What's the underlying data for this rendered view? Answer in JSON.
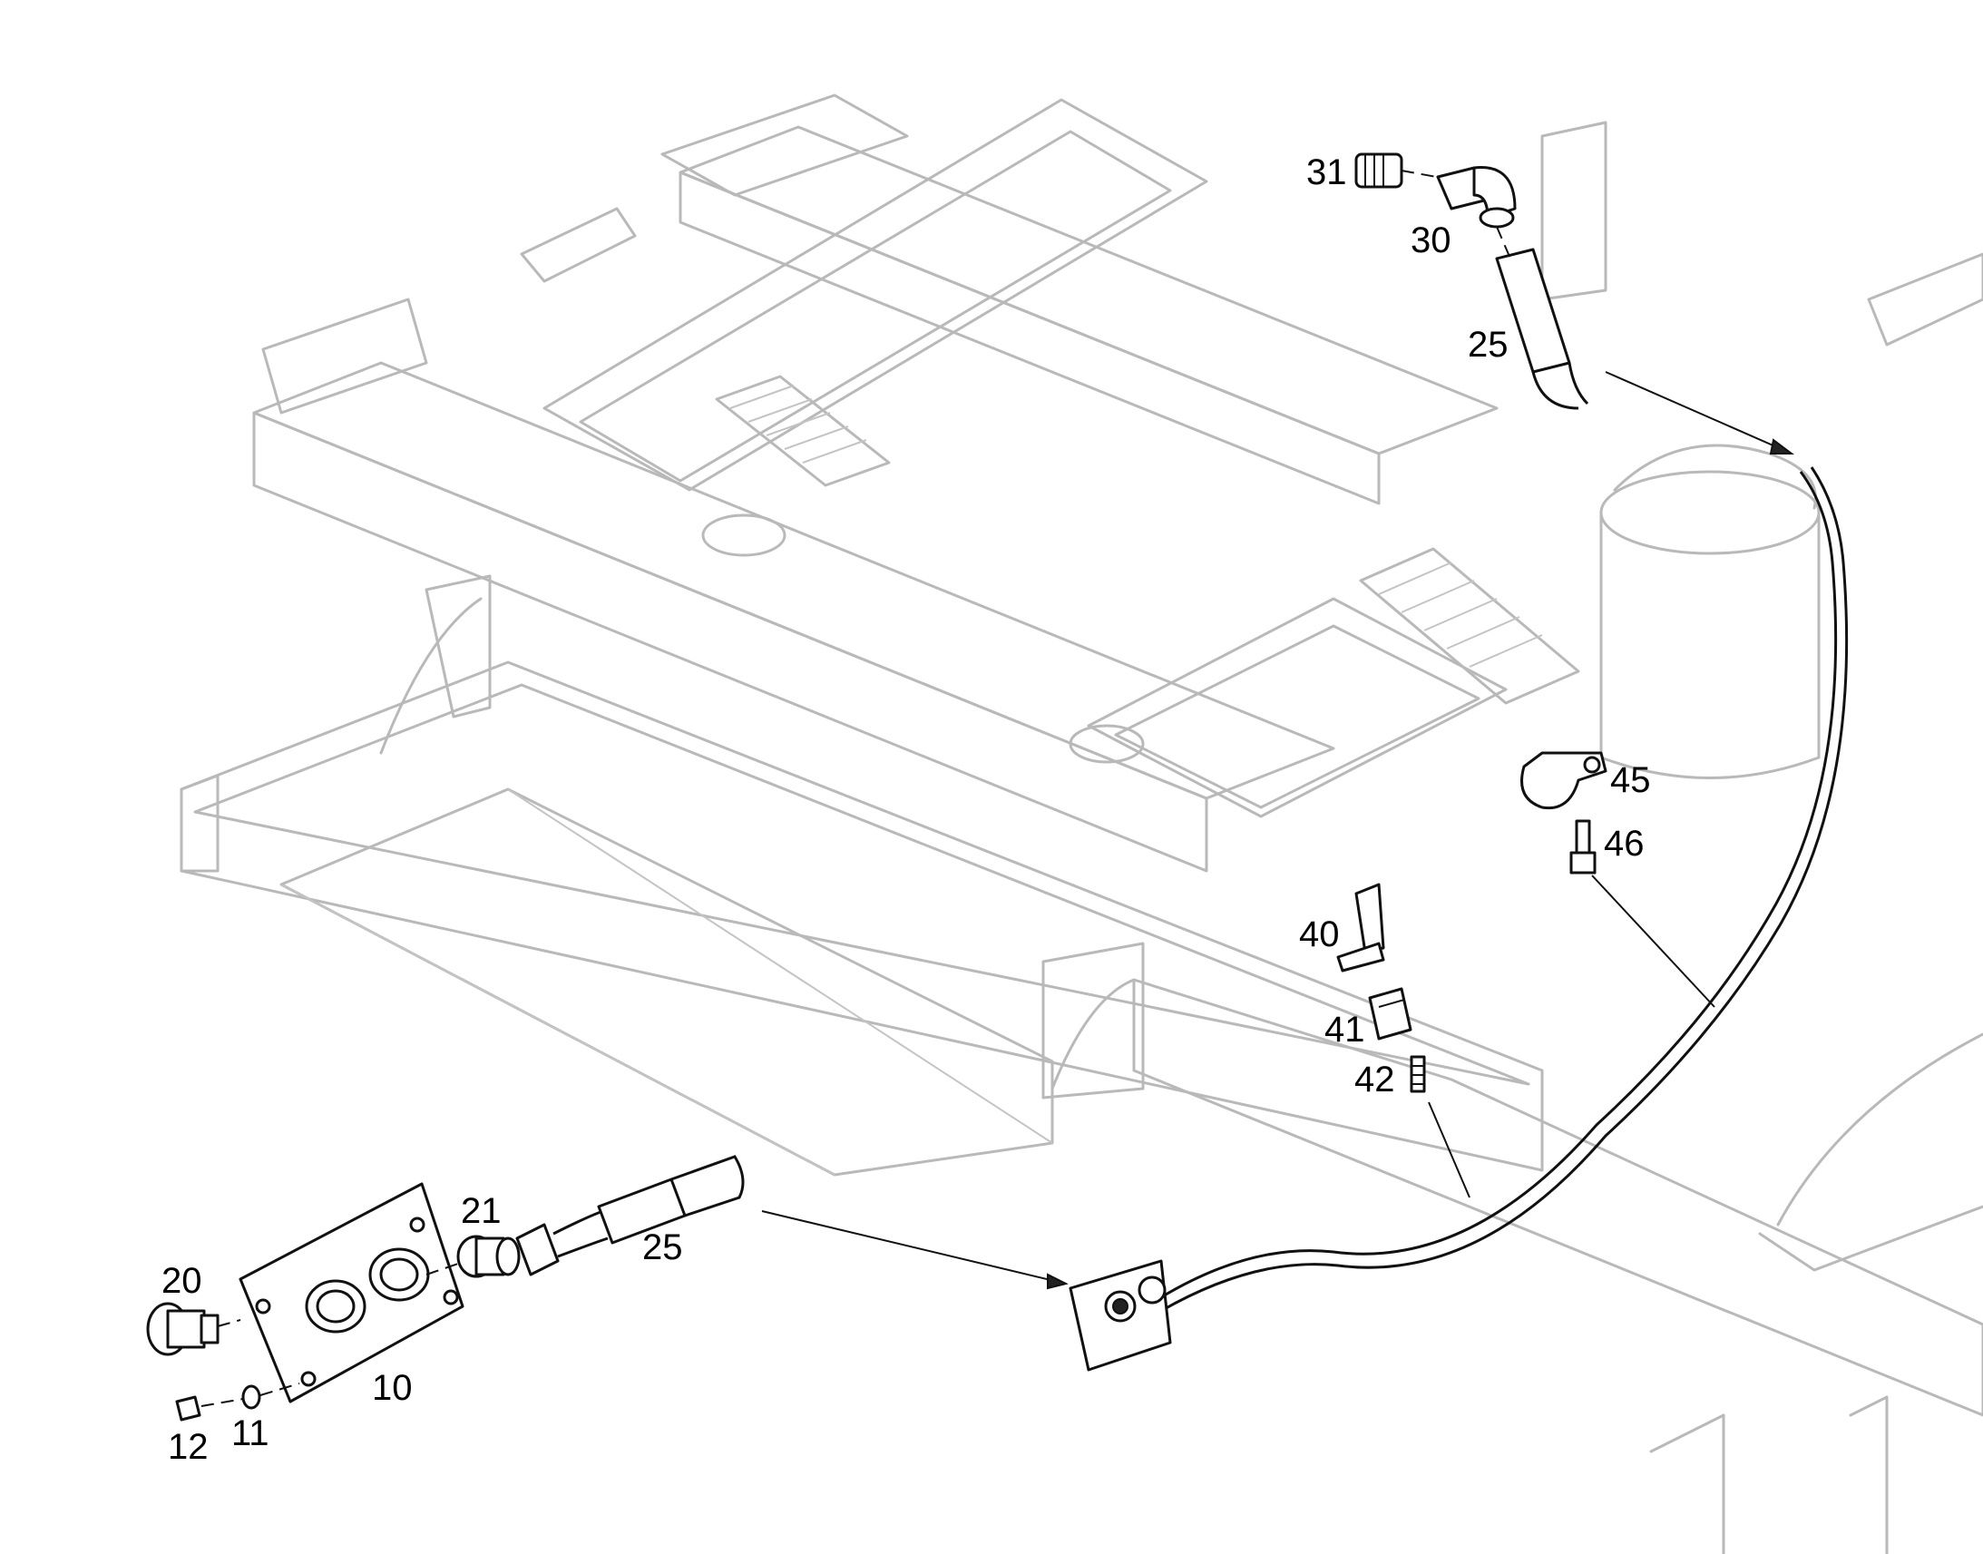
{
  "diagram": {
    "callouts": [
      {
        "id": "31",
        "text": "31"
      },
      {
        "id": "30",
        "text": "30"
      },
      {
        "id": "25a",
        "text": "25"
      },
      {
        "id": "45",
        "text": "45"
      },
      {
        "id": "46",
        "text": "46"
      },
      {
        "id": "40",
        "text": "40"
      },
      {
        "id": "41",
        "text": "41"
      },
      {
        "id": "42",
        "text": "42"
      },
      {
        "id": "21",
        "text": "21"
      },
      {
        "id": "25b",
        "text": "25"
      },
      {
        "id": "20",
        "text": "20"
      },
      {
        "id": "10",
        "text": "10"
      },
      {
        "id": "12",
        "text": "12"
      },
      {
        "id": "11",
        "text": "11"
      }
    ],
    "colors": {
      "frame": "#b9b9b9",
      "parts": "#111111",
      "background": "#ffffff"
    }
  }
}
